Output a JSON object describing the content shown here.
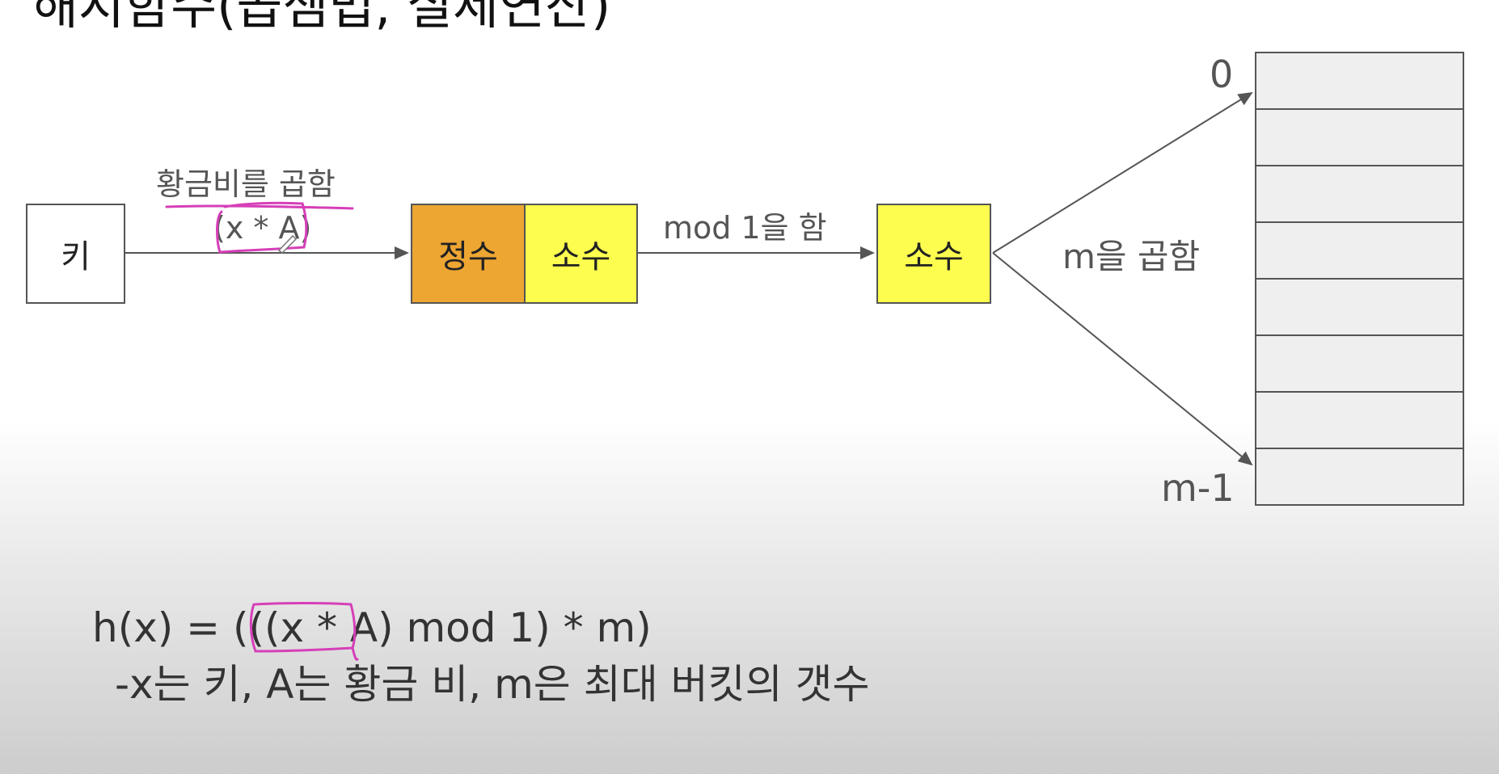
{
  "slide": {
    "title": "해시함수(곱셈법, 실세연산)"
  },
  "diagram": {
    "key_box": "키",
    "integer_box": "정수",
    "fraction_box": "소수",
    "fraction_result_box": "소수",
    "label_multiply_golden": "황금비를 곱함",
    "label_expression": "(x * A)",
    "label_mod": "mod 1을 함",
    "label_multiply_m": "m을 곱함",
    "bucket_first": "0",
    "bucket_last": "m-1",
    "bucket_count_shown": 8
  },
  "formula": {
    "line1": "h(x) = (((x * A) mod 1) * m)",
    "line2": "-x는 키, A는 황금 비, m은 최대 버킷의 갯수"
  },
  "colors": {
    "integer_fill": "#EDA632",
    "fraction_fill": "#FCFD4E",
    "bucket_fill": "#EFEFEF",
    "annotation": "#D63FB8",
    "line": "#555555"
  }
}
